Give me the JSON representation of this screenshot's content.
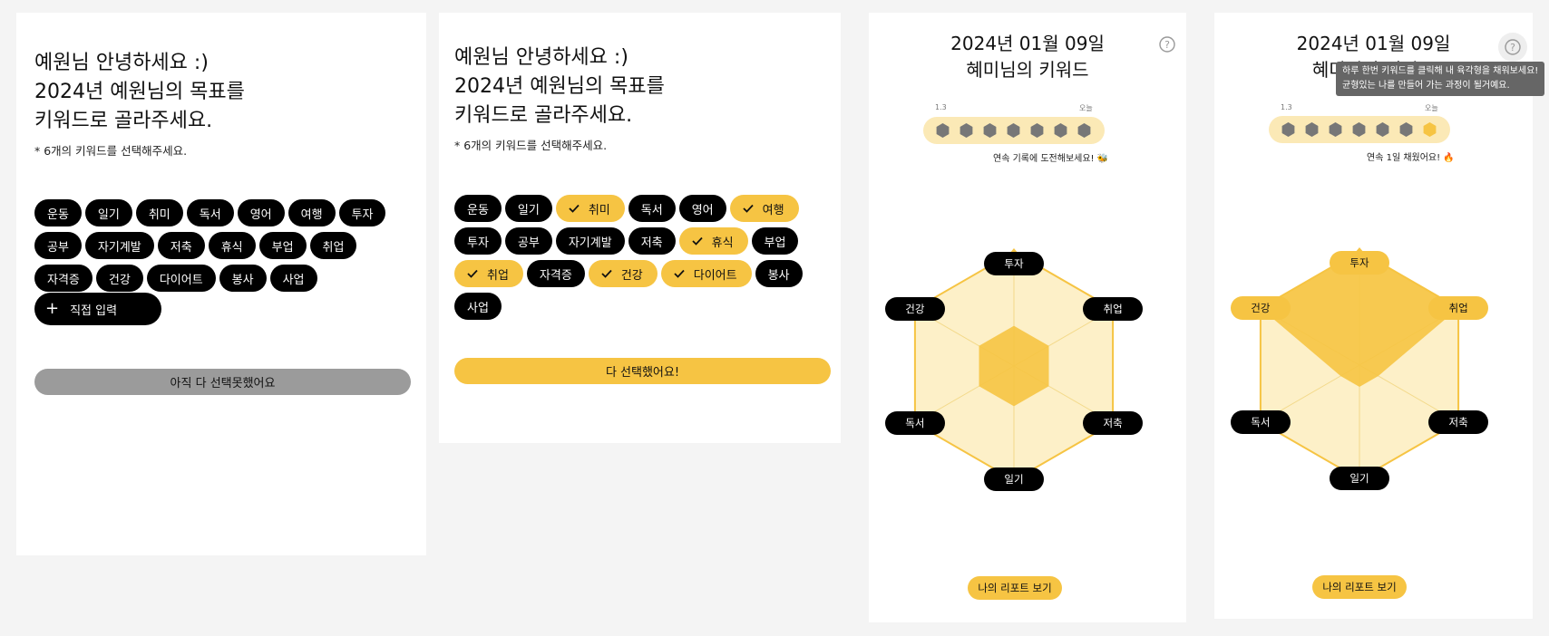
{
  "colors": {
    "accent": "#f6c443",
    "chip_dark": "#000000",
    "disabled": "#9b9b9b"
  },
  "select_step1": {
    "greeting": [
      "예원님 안녕하세요 :)",
      "2024년 예원님의 목표를",
      "키워드로 골라주세요."
    ],
    "note": "* 6개의 키워드를 선택해주세요.",
    "keywords": [
      {
        "label": "운동"
      },
      {
        "label": "일기"
      },
      {
        "label": "취미"
      },
      {
        "label": "독서"
      },
      {
        "label": "영어"
      },
      {
        "label": "여행"
      },
      {
        "label": "투자"
      },
      {
        "label": "공부"
      },
      {
        "label": "자기계발"
      },
      {
        "label": "저축"
      },
      {
        "label": "휴식"
      },
      {
        "label": "부업"
      },
      {
        "label": "취업"
      },
      {
        "label": "자격증"
      },
      {
        "label": "건강"
      },
      {
        "label": "다이어트"
      },
      {
        "label": "봉사"
      },
      {
        "label": "사업"
      }
    ],
    "direct_input": "직접 입력",
    "button": "아직 다 선택못했어요"
  },
  "select_step2": {
    "greeting": [
      "예원님 안녕하세요 :)",
      "2024년 예원님의 목표를",
      "키워드로 골라주세요."
    ],
    "note": "* 6개의 키워드를 선택해주세요.",
    "keywords": [
      {
        "label": "운동",
        "selected": false
      },
      {
        "label": "일기",
        "selected": false
      },
      {
        "label": "취미",
        "selected": true
      },
      {
        "label": "독서",
        "selected": false
      },
      {
        "label": "영어",
        "selected": false
      },
      {
        "label": "여행",
        "selected": true
      },
      {
        "label": "투자",
        "selected": false
      },
      {
        "label": "공부",
        "selected": false
      },
      {
        "label": "자기계발",
        "selected": false
      },
      {
        "label": "저축",
        "selected": false
      },
      {
        "label": "휴식",
        "selected": true
      },
      {
        "label": "부업",
        "selected": false
      },
      {
        "label": "취업",
        "selected": true
      },
      {
        "label": "자격증",
        "selected": false
      },
      {
        "label": "건강",
        "selected": true
      },
      {
        "label": "다이어트",
        "selected": true
      },
      {
        "label": "봉사",
        "selected": false
      },
      {
        "label": "사업",
        "selected": false
      }
    ],
    "button": "다 선택했어요!"
  },
  "keyword_view1": {
    "date": "2024년 01월 09일",
    "subtitle": "혜미님의 키워드",
    "streak_start": "1.3",
    "streak_end": "오늘",
    "streak_days": 7,
    "streak_filled": 0,
    "streak_message": "연속 기록에 도전해보세요! 🐝",
    "axes": [
      "투자",
      "취업",
      "저축",
      "일기",
      "독서",
      "건강"
    ],
    "values": [
      0.2,
      0.2,
      0.2,
      0.2,
      0.2,
      0.2
    ],
    "report_button": "나의 리포트 보기"
  },
  "keyword_view2": {
    "date": "2024년 01월 09일",
    "subtitle": "혜미님의 키워드",
    "tooltip": [
      "하루 한번 키워드를 클릭해 내 육각형을 채워보세요!",
      "균형있는 나를 만들어 가는 과정이 될거예요."
    ],
    "streak_start": "1.3",
    "streak_end": "오늘",
    "streak_days": 7,
    "streak_filled": 1,
    "streak_message": "연속 1일 채웠어요! 🔥",
    "axes": [
      "투자",
      "취업",
      "저축",
      "일기",
      "독서",
      "건강"
    ],
    "highlighted": [
      "투자",
      "취업",
      "건강"
    ],
    "values": [
      1.0,
      1.0,
      0.0,
      0.0,
      0.0,
      1.0
    ],
    "report_button": "나의 리포트 보기"
  }
}
